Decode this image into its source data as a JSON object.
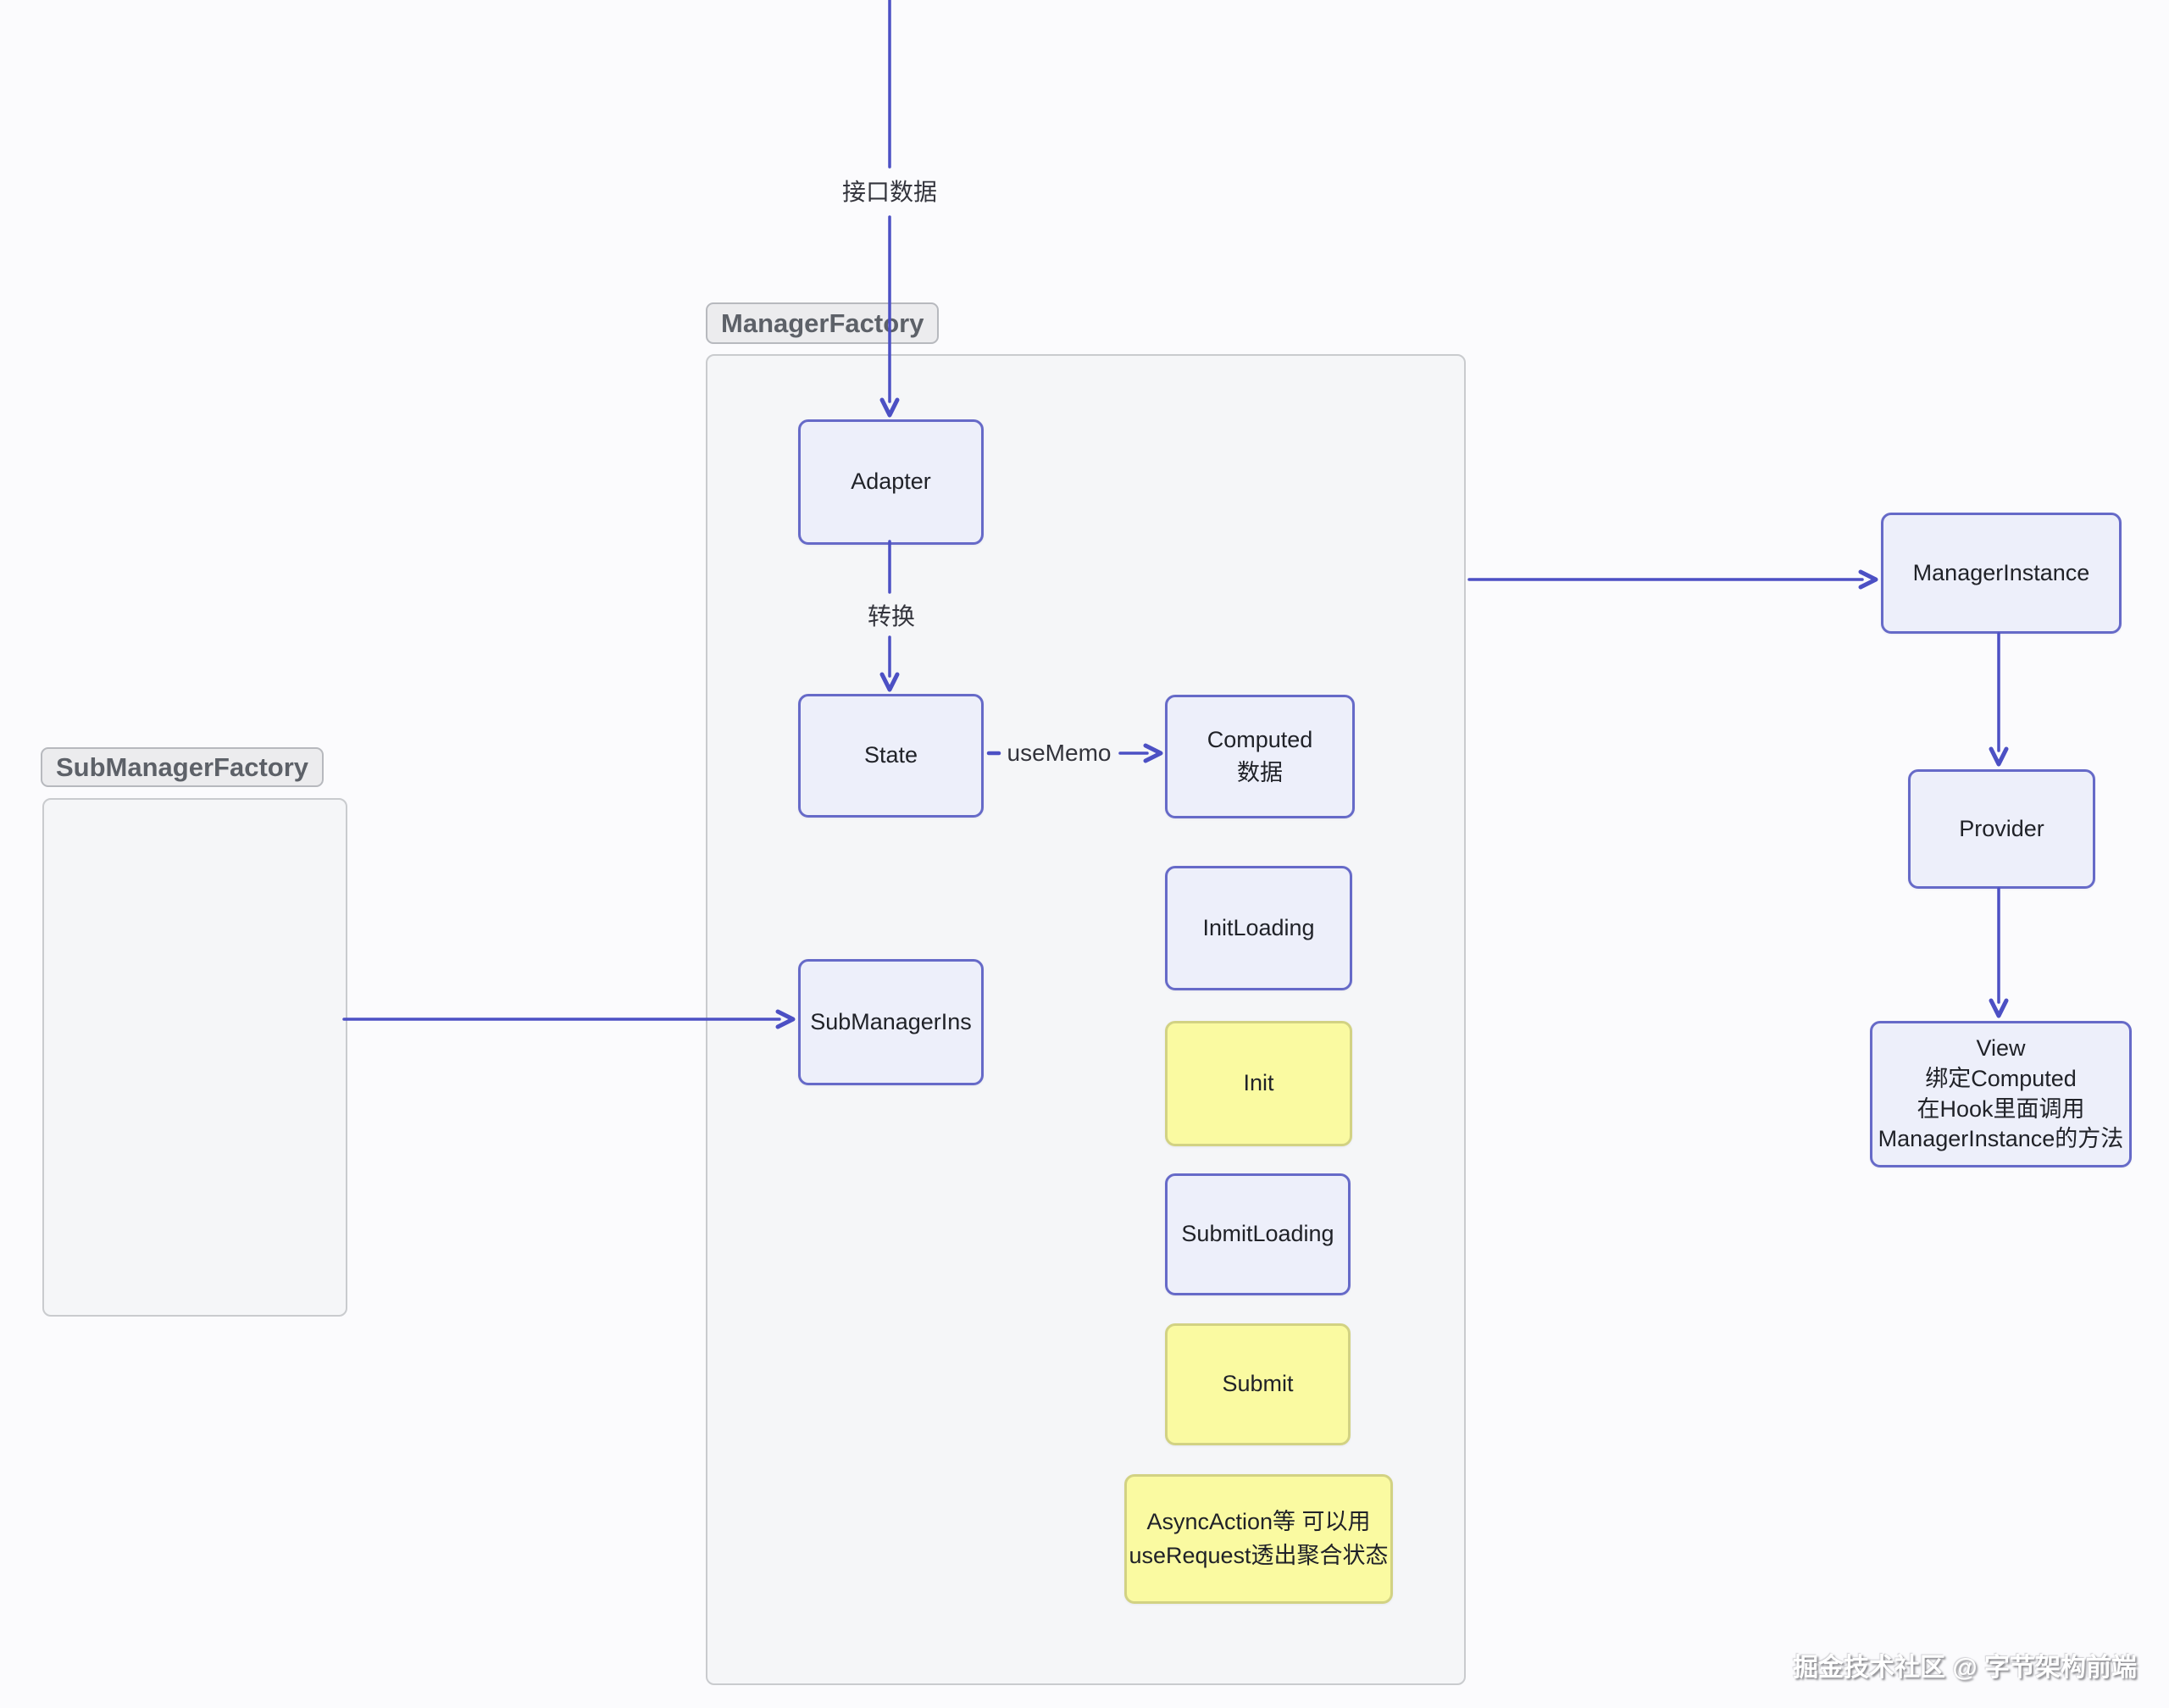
{
  "diagram": {
    "watermark": "掘金技术社区 @ 字节架构前端",
    "groups": {
      "manager_factory": {
        "label": "ManagerFactory"
      },
      "sub_manager_factory": {
        "label": "SubManagerFactory"
      }
    },
    "edge_labels": {
      "api_data": "接口数据",
      "transform": "转换",
      "use_memo": "useMemo"
    },
    "nodes": {
      "adapter": {
        "label": "Adapter"
      },
      "state": {
        "label": "State"
      },
      "computed": {
        "line1": "Computed",
        "line2": "数据"
      },
      "init_loading": {
        "label": "InitLoading"
      },
      "init": {
        "label": "Init"
      },
      "submit_loading": {
        "label": "SubmitLoading"
      },
      "submit": {
        "label": "Submit"
      },
      "async_action": {
        "line1": "AsyncAction等 可以用",
        "line2": "useRequest透出聚合状态"
      },
      "sub_manager_ins": {
        "label": "SubManagerIns"
      },
      "manager_instance": {
        "label": "ManagerInstance"
      },
      "provider": {
        "label": "Provider"
      },
      "view": {
        "line1": "View",
        "line2": "绑定Computed",
        "line3": "在Hook里面调用",
        "line4": "ManagerInstance的方法"
      }
    },
    "colors": {
      "arrow": "#4c50c4",
      "node_border": "#666ac8",
      "node_fill": "#edeffa",
      "yellow_border": "#d2d283",
      "yellow_fill": "#fafaa1",
      "group_fill": "#f5f6f8",
      "group_border": "#c9cbce",
      "background": "#fbfbfd"
    }
  }
}
